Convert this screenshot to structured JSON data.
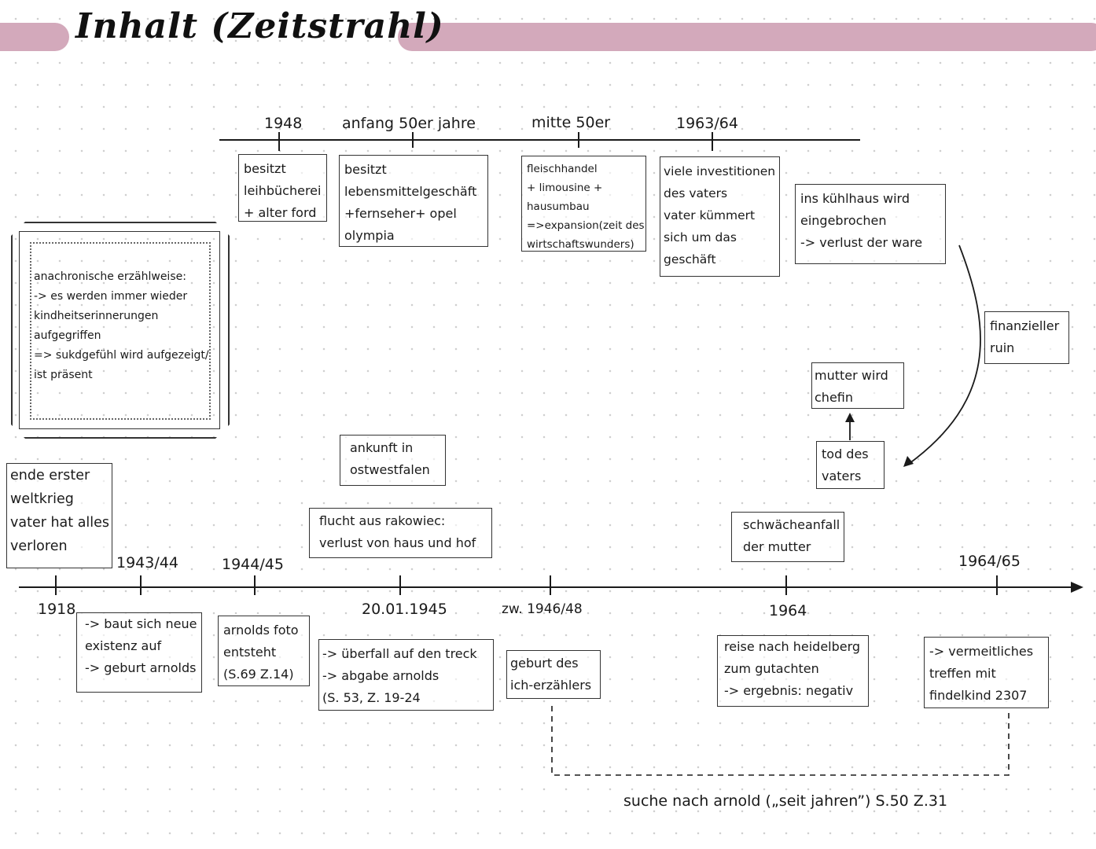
{
  "title": "Inhalt (Zeitstrahl)",
  "colors": {
    "band": "#d3a9bb",
    "line": "#1a1a1a"
  },
  "top_timeline": {
    "labels": [
      "1948",
      "anfang 50er jahre",
      "mitte 50er",
      "1963/64"
    ],
    "boxes": [
      [
        "besitzt",
        "leihbücherei",
        "+ alter ford"
      ],
      [
        "besitzt",
        "lebensmittelgeschäft",
        "+fernseher+ opel",
        "olympia"
      ],
      [
        "fleischhandel",
        "+ limousine +",
        "hausumbau",
        "=>expansion(zeit des",
        "wirtschaftswunders)"
      ],
      [
        "viele investitionen",
        "des vaters",
        "vater kümmert",
        "sich um das",
        "geschäft"
      ]
    ]
  },
  "side_boxes": {
    "kuehlhaus": [
      "ins kühlhaus wird",
      "eingebrochen",
      "-> verlust der ware"
    ],
    "ruin": [
      "finanzieller",
      "ruin"
    ],
    "mutter": [
      "mutter wird",
      "chefin"
    ],
    "tod": [
      "tod des",
      "vaters"
    ]
  },
  "note": [
    "anachronische erzählweise:",
    "-> es werden immer wieder",
    "kindheitserinnerungen",
    "aufgegriffen",
    "=> sukdgefühl wird aufgezeigt/",
    "ist präsent"
  ],
  "main_timeline": {
    "above_boxes": {
      "weltkrieg": [
        "ende erster",
        "weltkrieg",
        "vater hat alles",
        "verloren"
      ],
      "ankunft": [
        "ankunft in",
        "ostwestfalen"
      ],
      "flucht": [
        "flucht aus rakowiec:",
        "verlust von haus und hof"
      ],
      "schwaecheanfall": [
        "schwächeanfall",
        "der mutter"
      ]
    },
    "above_labels": [
      "1943/44",
      "1944/45",
      "1964/65"
    ],
    "below_labels": [
      "1918",
      "20.01.1945",
      "zw. 1946/48",
      "1964"
    ],
    "below_boxes": {
      "existenz": [
        "-> baut sich neue",
        "existenz auf",
        "-> geburt arnolds"
      ],
      "foto": [
        "arnolds foto",
        "entsteht",
        "(S.69 Z.14)"
      ],
      "treck": [
        "-> überfall auf den treck",
        "-> abgabe arnolds",
        "(S. 53, Z. 19-24"
      ],
      "geburt": [
        "geburt des",
        "ich-erzählers"
      ],
      "reise": [
        "reise nach heidelberg",
        "zum gutachten",
        "-> ergebnis: negativ"
      ],
      "findelkind": [
        "-> vermeitliches",
        "treffen mit",
        "findelkind 2307"
      ]
    }
  },
  "footer": "suche nach arnold („seit jahren”) S.50 Z.31"
}
